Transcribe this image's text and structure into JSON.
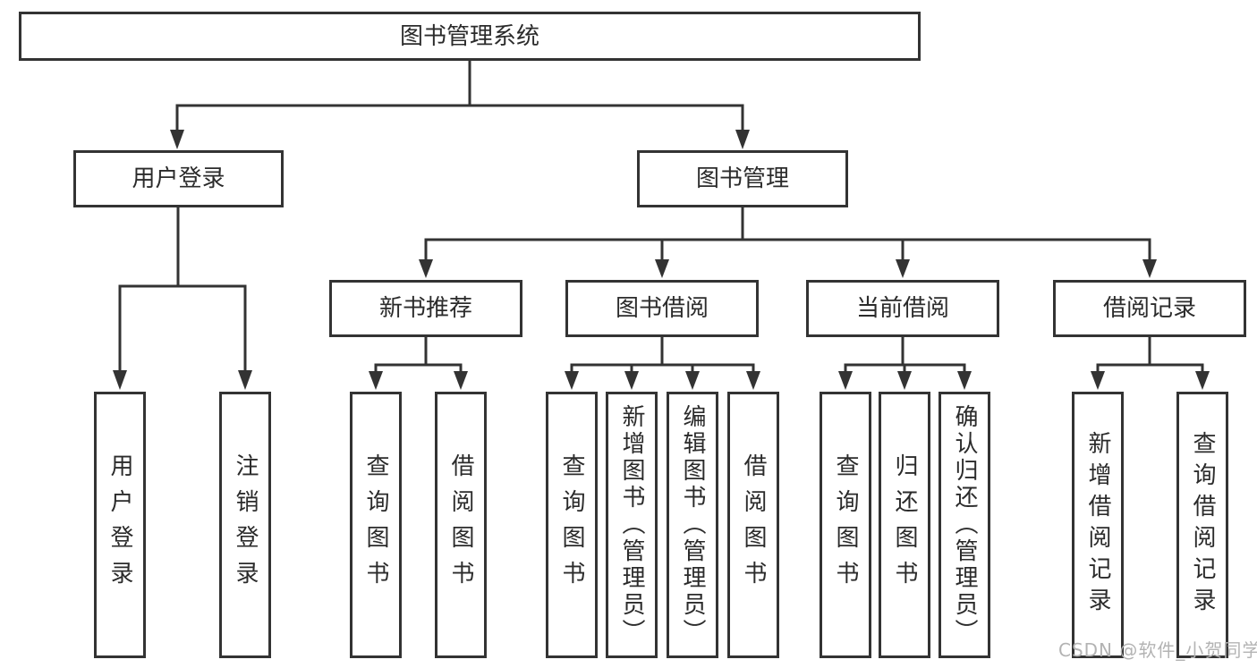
{
  "tree": {
    "root": {
      "label": "图书管理系统",
      "children": [
        {
          "label": "用户登录",
          "children": [
            {
              "label": "用户登录"
            },
            {
              "label": "注销登录"
            }
          ]
        },
        {
          "label": "图书管理",
          "children": [
            {
              "label": "新书推荐",
              "children": [
                {
                  "label": "查询图书"
                },
                {
                  "label": "借阅图书"
                }
              ]
            },
            {
              "label": "图书借阅",
              "children": [
                {
                  "label": "查询图书"
                },
                {
                  "label": "新增图书（管理员）"
                },
                {
                  "label": "编辑图书（管理员）"
                },
                {
                  "label": "借阅图书"
                }
              ]
            },
            {
              "label": "当前借阅",
              "children": [
                {
                  "label": "查询图书"
                },
                {
                  "label": "归还图书"
                },
                {
                  "label": "确认归还（管理员）"
                }
              ]
            },
            {
              "label": "借阅记录",
              "children": [
                {
                  "label": "新增借阅记录"
                },
                {
                  "label": "查询借阅记录"
                }
              ]
            }
          ]
        }
      ]
    }
  },
  "watermark": {
    "text": "CSDN @软件_小贺同学"
  },
  "colors": {
    "line": "#333333",
    "box_border": "#333333",
    "text": "#2b2b2b",
    "watermark": "#b3b3b3",
    "background": "#ffffff"
  }
}
